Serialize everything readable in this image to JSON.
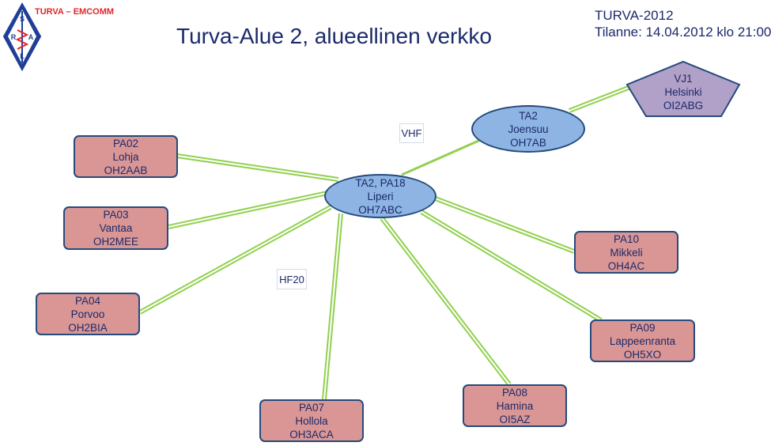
{
  "header": {
    "logo_text": "TURVA – EMCOMM",
    "logo_letters": [
      "S",
      "R",
      "A",
      "L"
    ],
    "title": "Turva-Alue 2, alueellinen verkko",
    "exercise": "TURVA-2012",
    "status": "Tilanne: 14.04.2012 klo 21:00"
  },
  "colors": {
    "station_fill": "#da9694",
    "hub_fill": "#8db4e2",
    "border": "#254a7c",
    "pentagon_fill": "#b1a0c7",
    "link_green": "#92d050",
    "text": "#1b2a6b",
    "logo_red": "#e0262b",
    "logo_blue": "#1f3f97"
  },
  "labels": {
    "vhf": "VHF",
    "hf": "HF20"
  },
  "hub": {
    "line1": "TA2, PA18",
    "line2": "Liperi",
    "line3": "OH7ABC"
  },
  "ta2": {
    "line1": "TA2",
    "line2": "Joensuu",
    "line3": "OH7AB"
  },
  "vj1": {
    "line1": "VJ1",
    "line2": "Helsinki",
    "line3": "OI2ABG"
  },
  "stations": {
    "pa02": {
      "line1": "PA02",
      "line2": "Lohja",
      "line3": "OH2AAB"
    },
    "pa03": {
      "line1": "PA03",
      "line2": "Vantaa",
      "line3": "OH2MEE"
    },
    "pa04": {
      "line1": "PA04",
      "line2": "Porvoo",
      "line3": "OH2BIA"
    },
    "pa07": {
      "line1": "PA07",
      "line2": "Hollola",
      "line3": "OH3ACA"
    },
    "pa08": {
      "line1": "PA08",
      "line2": "Hamina",
      "line3": "OI5AZ"
    },
    "pa09": {
      "line1": "PA09",
      "line2": "Lappeenranta",
      "line3": "OH5XO"
    },
    "pa10": {
      "line1": "PA10",
      "line2": "Mikkeli",
      "line3": "OH4AC"
    }
  },
  "links": [
    {
      "from": "hub",
      "to": "pa02",
      "style": "double"
    },
    {
      "from": "hub",
      "to": "pa03",
      "style": "double"
    },
    {
      "from": "hub",
      "to": "pa04",
      "style": "double"
    },
    {
      "from": "hub",
      "to": "pa07",
      "style": "double"
    },
    {
      "from": "hub",
      "to": "pa08",
      "style": "double"
    },
    {
      "from": "hub",
      "to": "pa09",
      "style": "double"
    },
    {
      "from": "hub",
      "to": "pa10",
      "style": "double"
    },
    {
      "from": "hub",
      "to": "ta2",
      "style": "single"
    },
    {
      "from": "ta2",
      "to": "vj1",
      "style": "double"
    }
  ]
}
